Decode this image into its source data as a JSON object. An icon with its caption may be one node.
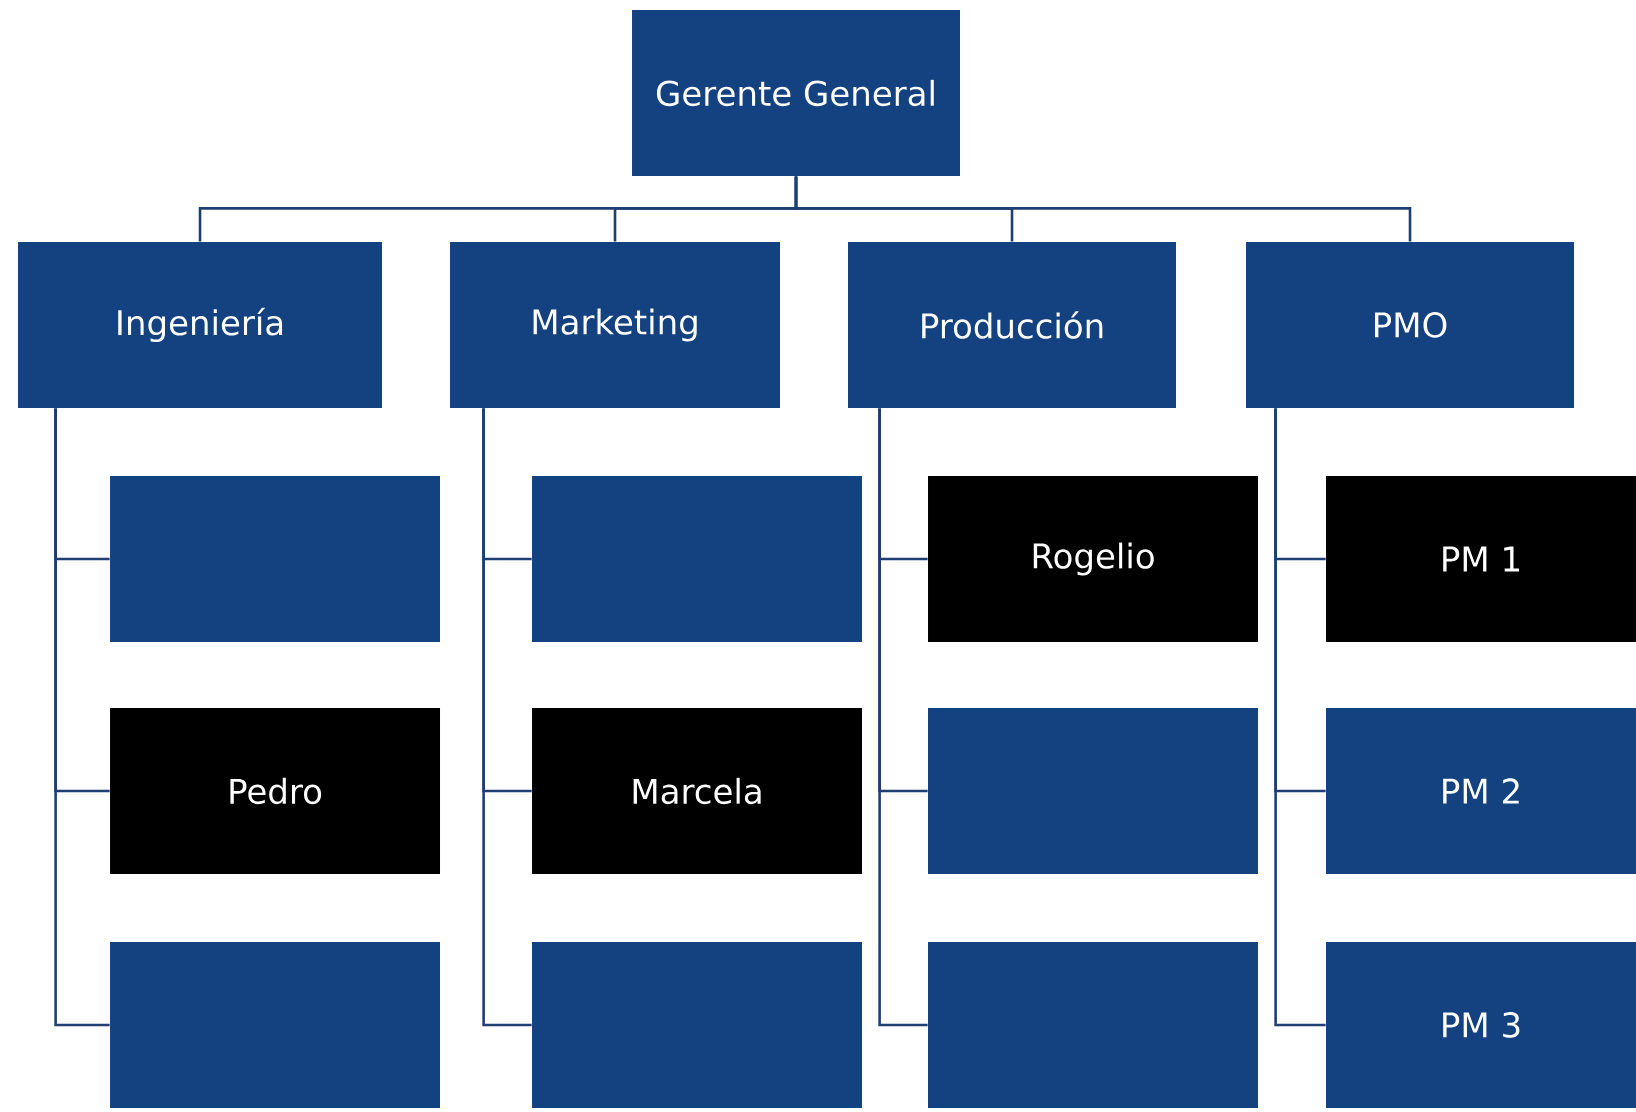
{
  "diagram": {
    "nodes": [
      {
        "text": [
          "Gerente General"
        ]
      },
      {
        "text": [
          "Ingeniería"
        ]
      },
      {
        "text": [
          "Marketing"
        ]
      },
      {
        "text": [
          "Producción"
        ]
      },
      {
        "text": [
          "PMO"
        ]
      },
      {
        "text": [],
        "shape": "box"
      },
      {
        "text": [
          "Pedro"
        ]
      },
      {
        "text": [],
        "shape": "box"
      },
      {
        "text": [],
        "shape": "box"
      },
      {
        "text": [
          "Marcela"
        ]
      },
      {
        "text": [],
        "shape": "box"
      },
      {
        "text": [
          "Rogelio"
        ]
      },
      {
        "text": [],
        "shape": "box"
      },
      {
        "text": [],
        "shape": "box"
      },
      {
        "text": [
          "PM 1"
        ]
      },
      {
        "text": [
          "PM 2"
        ]
      },
      {
        "text": [
          "PM 3"
        ]
      }
    ],
    "edges": [
      {
        "from": 0,
        "to": 1,
        "arrow": "none"
      },
      {
        "from": 0,
        "to": 2,
        "arrow": "none"
      },
      {
        "from": 0,
        "to": 3,
        "arrow": "none"
      },
      {
        "from": 0,
        "to": 4,
        "arrow": "none"
      },
      {
        "from": 1,
        "to": 5,
        "arrow": "none"
      },
      {
        "from": 1,
        "to": 6,
        "arrow": "none"
      },
      {
        "from": 1,
        "to": 7,
        "arrow": "none"
      },
      {
        "from": 2,
        "to": 8,
        "arrow": "none"
      },
      {
        "from": 2,
        "to": 9,
        "arrow": "none"
      },
      {
        "from": 2,
        "to": 10,
        "arrow": "none"
      },
      {
        "from": 3,
        "to": 11,
        "arrow": "none"
      },
      {
        "from": 3,
        "to": 12,
        "arrow": "none"
      },
      {
        "from": 3,
        "to": 13,
        "arrow": "none"
      },
      {
        "from": 4,
        "to": 14,
        "arrow": "none"
      },
      {
        "from": 4,
        "to": 15,
        "arrow": "none"
      },
      {
        "from": 4,
        "to": 16,
        "arrow": "none"
      }
    ]
  }
}
